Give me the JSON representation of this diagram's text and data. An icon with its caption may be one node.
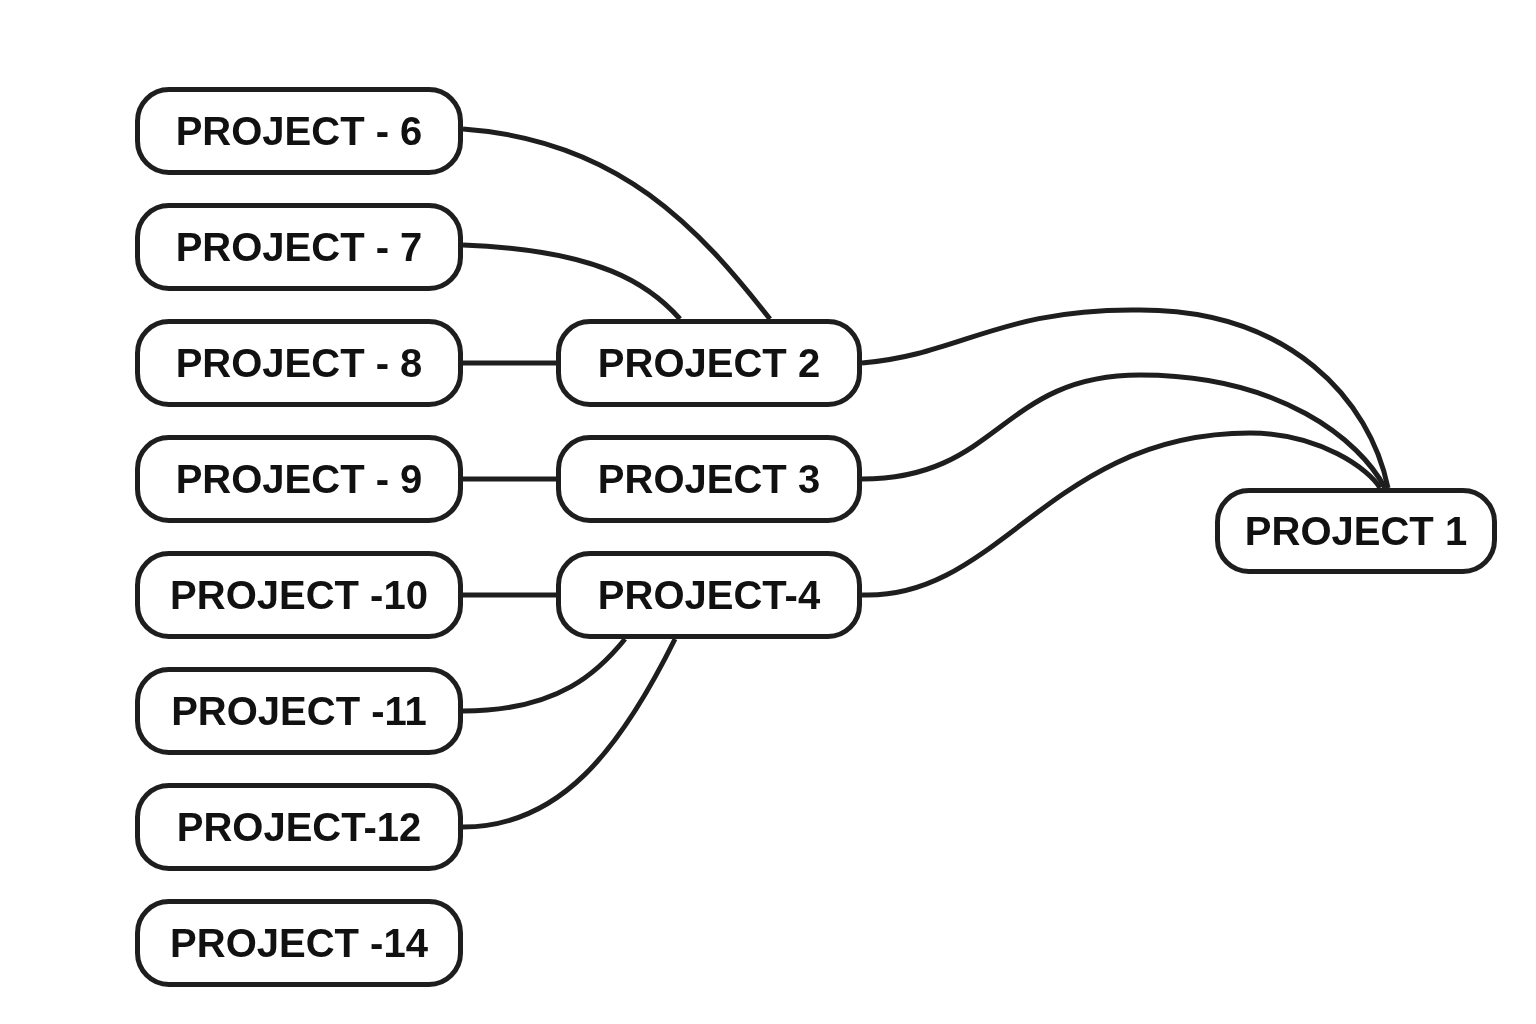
{
  "diagram": {
    "nodes": [
      {
        "text": [
          "PROJECT - 6"
        ]
      },
      {
        "text": [
          "PROJECT - 7"
        ]
      },
      {
        "text": [
          "PROJECT - 8"
        ]
      },
      {
        "text": [
          "PROJECT - 9"
        ]
      },
      {
        "text": [
          "PROJECT -10"
        ]
      },
      {
        "text": [
          "PROJECT -11"
        ]
      },
      {
        "text": [
          "PROJECT-12"
        ]
      },
      {
        "text": [
          "PROJECT -14"
        ]
      },
      {
        "text": [
          "PROJECT 2"
        ]
      },
      {
        "text": [
          "PROJECT 3"
        ]
      },
      {
        "text": [
          "PROJECT-4"
        ]
      },
      {
        "text": [
          "PROJECT 1"
        ]
      }
    ],
    "edges": [
      {
        "from": 0,
        "to": 8,
        "arrow": "none"
      },
      {
        "from": 1,
        "to": 8,
        "arrow": "none"
      },
      {
        "from": 2,
        "to": 8,
        "arrow": "none"
      },
      {
        "from": 3,
        "to": 9,
        "arrow": "none"
      },
      {
        "from": 4,
        "to": 10,
        "arrow": "none"
      },
      {
        "from": 5,
        "to": 10,
        "arrow": "none"
      },
      {
        "from": 6,
        "to": 10,
        "arrow": "none"
      },
      {
        "from": 8,
        "to": 11,
        "arrow": "none"
      },
      {
        "from": 9,
        "to": 11,
        "arrow": "none"
      },
      {
        "from": 10,
        "to": 11,
        "arrow": "none"
      }
    ]
  }
}
